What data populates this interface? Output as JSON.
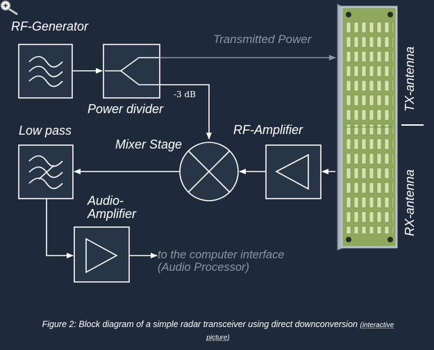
{
  "labels": {
    "rf_generator": "RF-Generator",
    "power_divider": "Power divider",
    "transmitted_power": "Transmitted Power",
    "attenuation": "-3 dB",
    "tx_antenna": "TX-antenna",
    "rx_antenna": "RX-antenna",
    "low_pass": "Low pass",
    "mixer_stage": "Mixer Stage",
    "rf_amplifier": "RF-Amplifier",
    "audio_amplifier_line1": "Audio-",
    "audio_amplifier_line2": "Amplifier",
    "computer_interface_line1": "to the computer interface",
    "computer_interface_line2": "(Audio Processor)"
  },
  "caption": {
    "text": "Figure 2: Block diagram of a simple radar transceiver using direct downconversion",
    "link_label_part1": "(interactive",
    "link_label_part2": "picture)"
  },
  "colors": {
    "background": "#1e2a3a",
    "box_fill": "#273547",
    "line": "#ffffff",
    "muted_text": "#8c96a3",
    "antenna_board": "#8fa85e"
  },
  "icons": {
    "zoom": "zoom-in-magnifier-icon"
  }
}
